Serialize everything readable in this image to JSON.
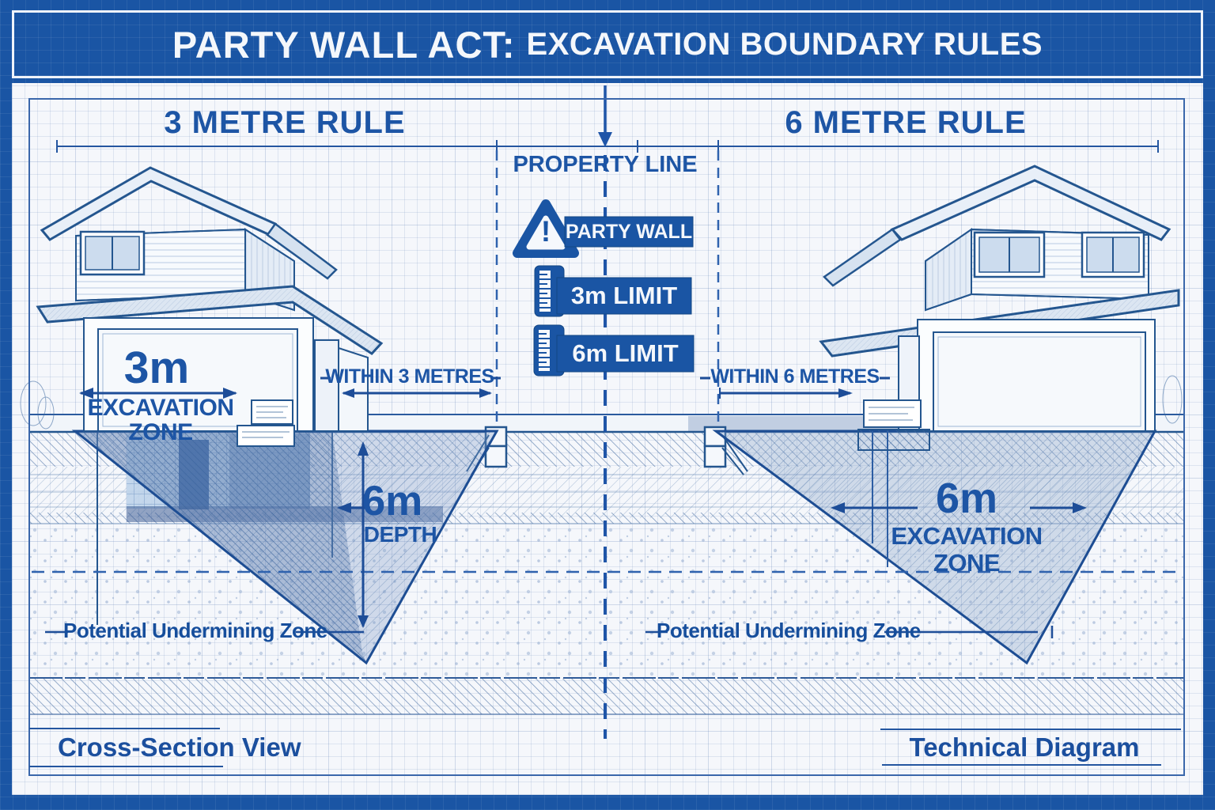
{
  "title": {
    "main": "PARTY WALL ACT:",
    "sub": "EXCAVATION BOUNDARY RULES"
  },
  "headings": {
    "left_rule": "3 METRE RULE",
    "right_rule": "6 METRE RULE",
    "property_line": "PROPERTY LINE"
  },
  "legend": {
    "warning_symbol": "!",
    "party_wall": "PARTY WALL",
    "limit_3m": "3m LIMIT",
    "limit_6m": "6m LIMIT"
  },
  "left_zone": {
    "value": "3m",
    "line1": "EXCAVATION",
    "line2": "ZONE",
    "within": "WITHIN 3 METRES"
  },
  "right_zone": {
    "value": "6m",
    "line1": "EXCAVATION",
    "line2": "ZONE",
    "within": "WITHIN 6 METRES"
  },
  "depth": {
    "value": "6m",
    "label": "DEPTH"
  },
  "undermining": {
    "left": "Potential Undermining Zone",
    "right": "Potential Undermining Zone"
  },
  "footer": {
    "left": "Cross-Section View",
    "right": "Technical Diagram"
  },
  "colors": {
    "frame_blue": "#1a55a4",
    "ink_blue": "#1d55a5",
    "paper": "#f5f7fb"
  }
}
